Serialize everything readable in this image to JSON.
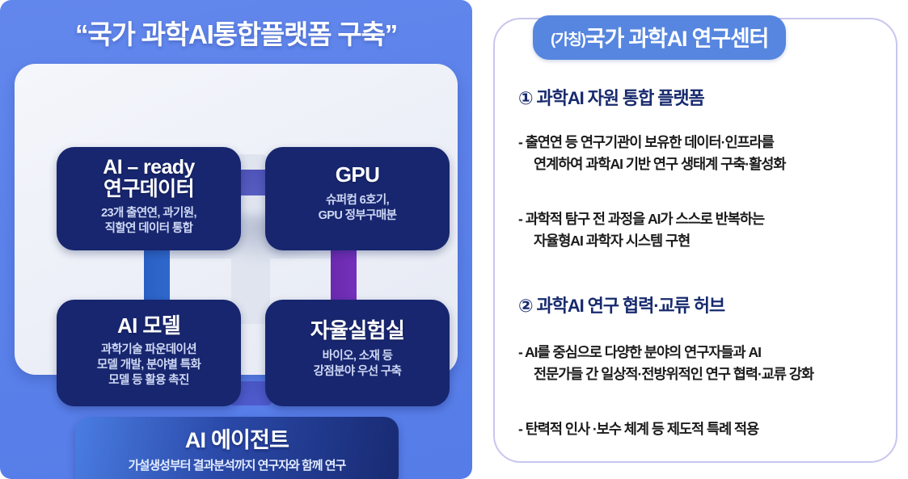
{
  "left": {
    "title": "“국가 과학AI통합플랫폼 구축”",
    "boxes": [
      {
        "id": "ai-ready-data",
        "title_line1": "AI – ready",
        "title_line2": "연구데이터",
        "sub_line1": "23개 출연연, 과기원,",
        "sub_line2": "직할연 데이터 통합"
      },
      {
        "id": "gpu",
        "title_line1": "GPU",
        "title_line2": "",
        "sub_line1": "슈퍼컴 6호기,",
        "sub_line2": "GPU 정부구매분"
      },
      {
        "id": "ai-model",
        "title_line1": "AI 모델",
        "title_line2": "",
        "sub_line1": "과학기술 파운데이션",
        "sub_line2": "모델 개발, 분야별 특화",
        "sub_line3": "모델 등 활용 촉진"
      },
      {
        "id": "autonomous-lab",
        "title_line1": "자율실험실",
        "title_line2": "",
        "sub_line1": "바이오, 소재 등",
        "sub_line2": "강점분야 우선 구축"
      }
    ],
    "agent": {
      "title": "AI 에이전트",
      "subtitle": "가설생성부터 결과분석까지 연구자와 함께 연구"
    }
  },
  "right": {
    "header_paren": "(가칭)",
    "header_main": "국가 과학AI 연구센터",
    "sections": [
      {
        "heading": "① 과학AI 자원 통합 플랫폼",
        "bullets": [
          {
            "line1": "- 출연연 등 연구기관이 보유한 데이터·인프라를",
            "line2": "연계하여 과학AI 기반 연구 생태계 구축·활성화"
          },
          {
            "line1": "- 과학적 탐구 전 과정을 AI가 스스로 반복하는",
            "line2": "자율형AI 과학자 시스템 구현"
          }
        ]
      },
      {
        "heading": "② 과학AI 연구 협력·교류 허브",
        "bullets": [
          {
            "line1": "- AI를 중심으로 다양한 분야의 연구자들과 AI",
            "line2": "전문가들 간 일상적·전방위적인 연구 협력·교류 강화"
          },
          {
            "line1": "- 탄력적 인사 ·보수 체계 등 제도적 특례 적용",
            "line2": ""
          }
        ]
      }
    ]
  },
  "colors": {
    "left_panel_bg": "#5b81ea",
    "box_navy": "#17266e",
    "inner_card": "#eceff7",
    "connector_top": "#565cc0",
    "connector_right": "#6a2aad",
    "connector_bottom": "#4f5bcc",
    "connector_left": "#2a60c3",
    "right_border": "#c8c6ee",
    "right_header_bg": "#5686e0",
    "heading_navy": "#172a6e"
  }
}
